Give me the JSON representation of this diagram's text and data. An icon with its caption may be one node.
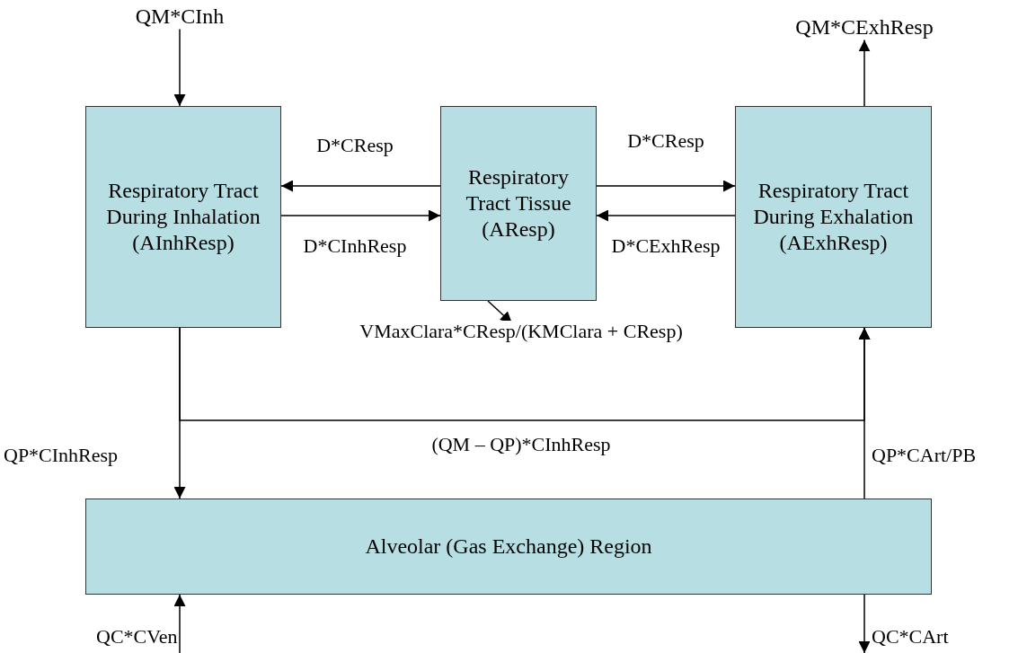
{
  "diagram": {
    "nodes": [
      {
        "text": [
          "QM*CInh"
        ]
      },
      {
        "text": [
          "Respiratory Tract During Inhalation (AInhResp)"
        ]
      },
      {
        "text": [
          "Respiratory Tract Tissue (AResp)"
        ]
      },
      {
        "text": [
          "Respiratory Tract During Exhalation (AExhResp)"
        ]
      },
      {
        "text": [
          "QM*CExhResp"
        ]
      },
      {
        "text": [
          "Alveolar (Gas Exchange) Region"
        ]
      }
    ],
    "edges": [
      {
        "from": 0,
        "to": 1,
        "arrow": "to"
      },
      {
        "from": 3,
        "to": 4,
        "arrow": "to"
      },
      {
        "from": 2,
        "to": 1,
        "arrow": "to",
        "label": "D*CResp"
      },
      {
        "from": 1,
        "to": 2,
        "arrow": "to",
        "label": "D*CInhResp"
      },
      {
        "from": 2,
        "to": 3,
        "arrow": "to",
        "label": "D*CResp"
      },
      {
        "from": 3,
        "to": 2,
        "arrow": "to",
        "label": "D*CExhResp"
      },
      {
        "from": 2,
        "to": null,
        "arrow": "to",
        "label": "VMaxClara*CResp/(KMClara + CResp)"
      },
      {
        "from": 1,
        "to": 5,
        "arrow": "to",
        "label": "QP*CInhResp"
      },
      {
        "from": 1,
        "to": 3,
        "arrow": "to",
        "label": "(QM – QP)*CInhResp"
      },
      {
        "from": 5,
        "to": 3,
        "arrow": "to",
        "label": "QP*CArt/PB"
      },
      {
        "from": null,
        "to": 5,
        "arrow": "to",
        "label": "QC*CVen"
      },
      {
        "from": 5,
        "to": null,
        "arrow": "to",
        "label": "QC*CArt"
      }
    ]
  }
}
